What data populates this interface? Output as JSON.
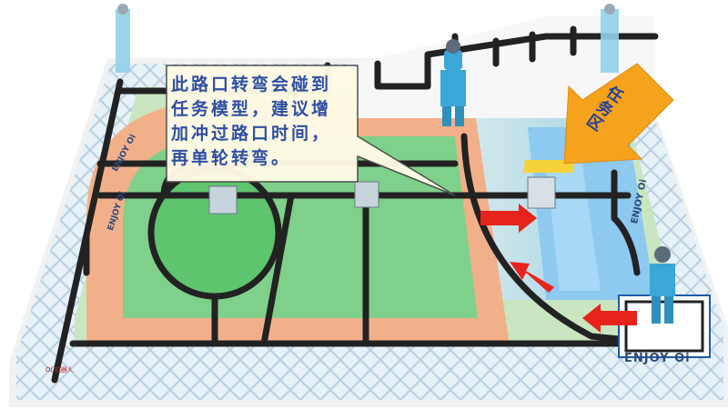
{
  "callout": {
    "lines": [
      "此路口转弯会碰到",
      "任务模型，建议增",
      "加冲过路口时间，",
      "再单轮转弯。"
    ]
  },
  "arrow_label": "任务区",
  "branding": {
    "main": "ENJOY Oi",
    "left_upper": "ENJOY Oi",
    "left_lower": "ENJOY Oi",
    "right": "ENJOY Oi"
  },
  "tag": "Oi 机器人",
  "colors": {
    "track_line": "#222222",
    "running_track": "#f2b08a",
    "field_green": "#7fd08a",
    "inner_green": "#5ec46d",
    "task_zone": "#8ec9ef",
    "callout_arrow": "#f5a21c",
    "red_arrow": "#e8231b",
    "callout_text": "#2f4fa3"
  },
  "icons": [
    "robot-figure-icon",
    "red-arrow-icon",
    "orange-arrow-icon"
  ]
}
